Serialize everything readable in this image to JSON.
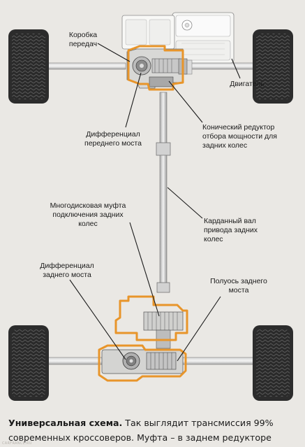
{
  "labels": {
    "gearbox": "Коробка передач",
    "engine": "Двигатель",
    "front_diff": "Дифференциал переднего моста",
    "bevel_gear": "Конический редуктор отбора мощности для задних колес",
    "clutch": "Многодисковая муфта подключения задних колес",
    "driveshaft": "Карданный вал привода задних колес",
    "rear_diff": "Дифференциал заднего моста",
    "rear_halfshaft": "Полуось заднего моста"
  },
  "caption": {
    "bold": "Универсальная схема.",
    "text": " Так выглядит трансмиссия 99% современных кроссоверов. Муфта – в заднем редукторе"
  },
  "watermark": "CARFRANCE.RU",
  "colors": {
    "highlight": "#e8952a",
    "tire": "#2c2c2c",
    "background": "#eae8e4"
  }
}
